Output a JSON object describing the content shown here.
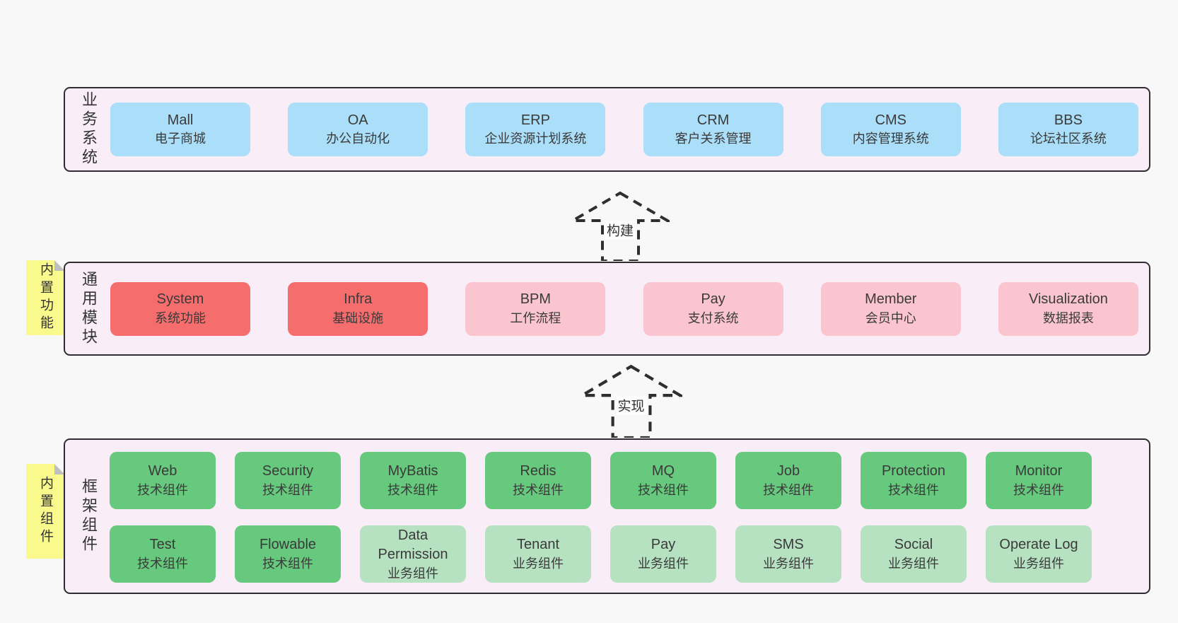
{
  "colors": {
    "page-bg": "#f8f8f8",
    "panel-bg": "#f9edf7",
    "panel-border": "#2f2c33",
    "blue": "#abdef8",
    "red": "#f56d6d",
    "pink": "#fbc5d0",
    "green": "#67c97d",
    "lightgreen": "#b6e2c2",
    "sticky": "#f9f98c",
    "sticky-fold": "#bcc0c3",
    "text": "#3a3a3a"
  },
  "arrows": [
    {
      "label": "构建"
    },
    {
      "label": "实现"
    }
  ],
  "layers": [
    {
      "label": "业务系统",
      "boxes": [
        {
          "title": "Mall",
          "subtitle": "电子商城",
          "variant": "blue"
        },
        {
          "title": "OA",
          "subtitle": "办公自动化",
          "variant": "blue"
        },
        {
          "title": "ERP",
          "subtitle": "企业资源计划系统",
          "variant": "blue"
        },
        {
          "title": "CRM",
          "subtitle": "客户关系管理",
          "variant": "blue"
        },
        {
          "title": "CMS",
          "subtitle": "内容管理系统",
          "variant": "blue"
        },
        {
          "title": "BBS",
          "subtitle": "论坛社区系统",
          "variant": "blue"
        }
      ]
    },
    {
      "label": "通用模块",
      "sticky": "内置功能",
      "boxes": [
        {
          "title": "System",
          "subtitle": "系统功能",
          "variant": "red"
        },
        {
          "title": "Infra",
          "subtitle": "基础设施",
          "variant": "red"
        },
        {
          "title": "BPM",
          "subtitle": "工作流程",
          "variant": "pink"
        },
        {
          "title": "Pay",
          "subtitle": "支付系统",
          "variant": "pink"
        },
        {
          "title": "Member",
          "subtitle": "会员中心",
          "variant": "pink"
        },
        {
          "title": "Visualization",
          "subtitle": "数据报表",
          "variant": "pink"
        }
      ]
    },
    {
      "label": "框架组件",
      "sticky": "内置组件",
      "boxes": [
        {
          "title": "Web",
          "subtitle": "技术组件",
          "variant": "green"
        },
        {
          "title": "Security",
          "subtitle": "技术组件",
          "variant": "green"
        },
        {
          "title": "MyBatis",
          "subtitle": "技术组件",
          "variant": "green"
        },
        {
          "title": "Redis",
          "subtitle": "技术组件",
          "variant": "green"
        },
        {
          "title": "MQ",
          "subtitle": "技术组件",
          "variant": "green"
        },
        {
          "title": "Job",
          "subtitle": "技术组件",
          "variant": "green"
        },
        {
          "title": "Protection",
          "subtitle": "技术组件",
          "variant": "green"
        },
        {
          "title": "Monitor",
          "subtitle": "技术组件",
          "variant": "green"
        },
        {
          "title": "Test",
          "subtitle": "技术组件",
          "variant": "green"
        },
        {
          "title": "Flowable",
          "subtitle": "技术组件",
          "variant": "green"
        },
        {
          "title": "Data Permission",
          "subtitle": "业务组件",
          "variant": "lightgreen"
        },
        {
          "title": "Tenant",
          "subtitle": "业务组件",
          "variant": "lightgreen"
        },
        {
          "title": "Pay",
          "subtitle": "业务组件",
          "variant": "lightgreen"
        },
        {
          "title": "SMS",
          "subtitle": "业务组件",
          "variant": "lightgreen"
        },
        {
          "title": "Social",
          "subtitle": "业务组件",
          "variant": "lightgreen"
        },
        {
          "title": "Operate Log",
          "subtitle": "业务组件",
          "variant": "lightgreen"
        }
      ]
    }
  ]
}
